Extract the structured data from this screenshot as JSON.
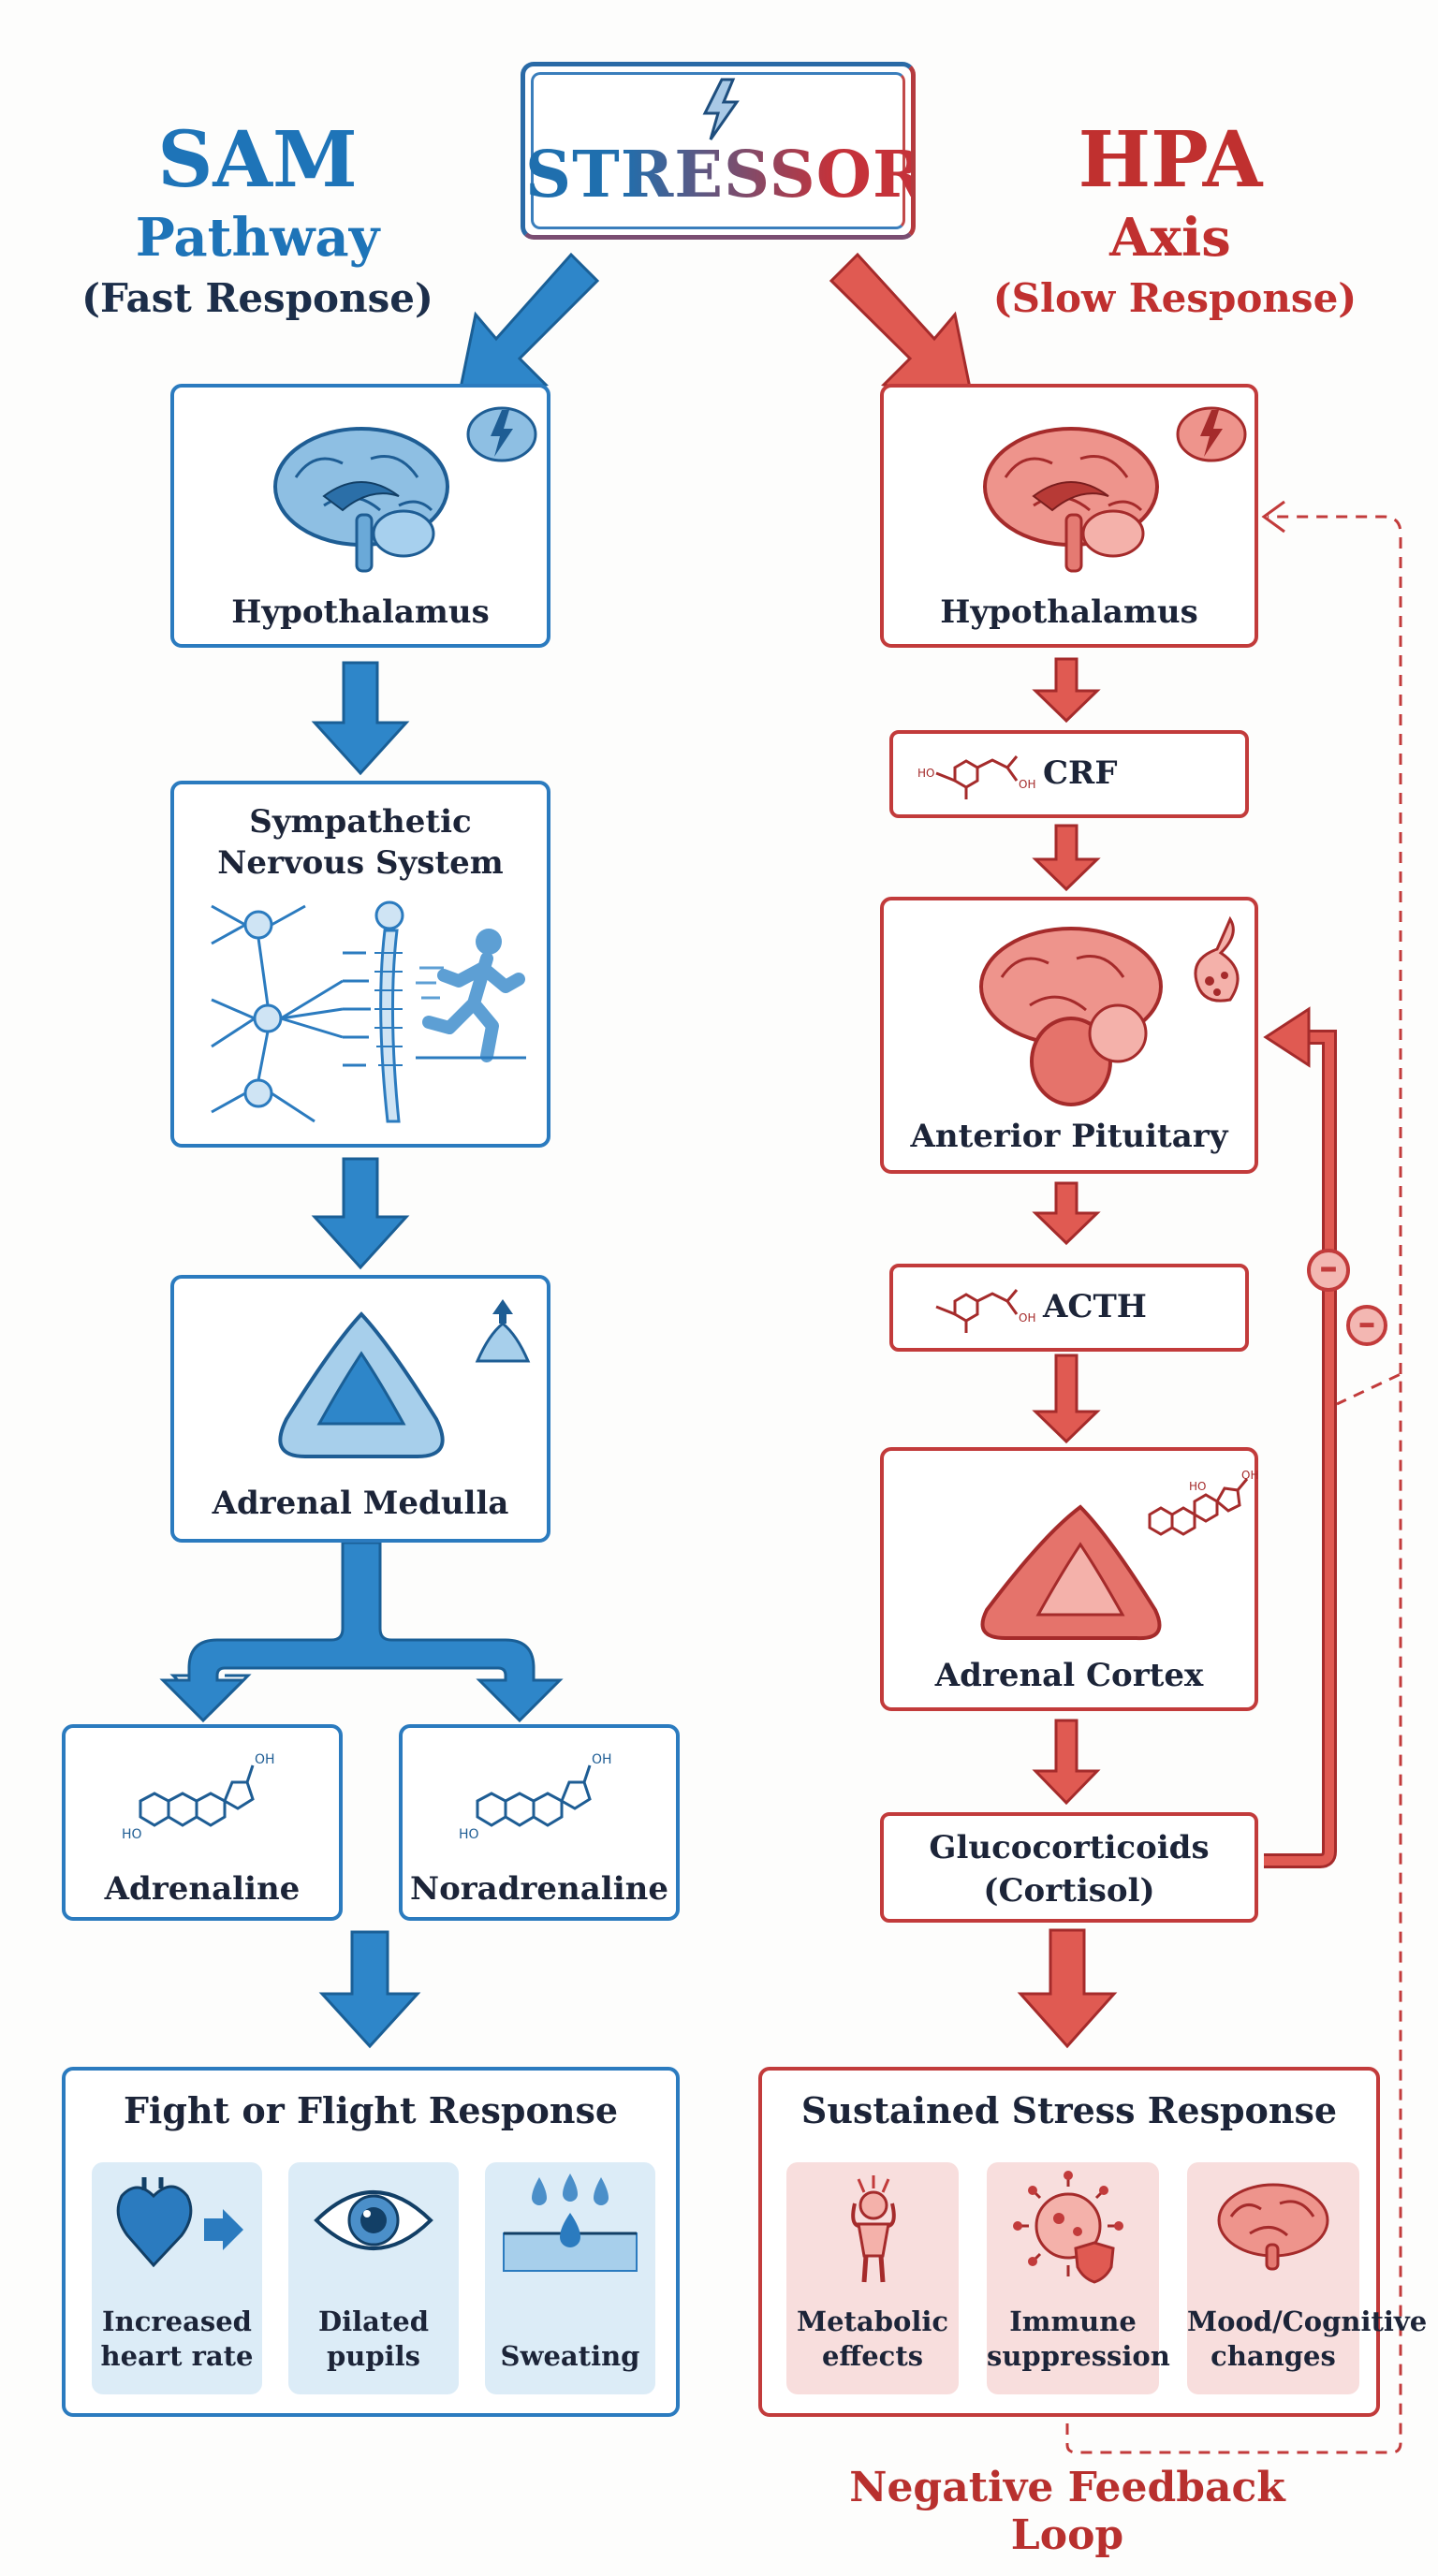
{
  "stressor": {
    "label": "STRESSOR"
  },
  "sam": {
    "title": "SAM",
    "subtitle": "Pathway",
    "note": "(Fast Response)",
    "hypothalamus": "Hypothalamus",
    "sympathetic_line1": "Sympathetic",
    "sympathetic_line2": "Nervous System",
    "adrenal_medulla": "Adrenal Medulla",
    "adrenaline": "Adrenaline",
    "noradrenaline": "Noradrenaline",
    "response_title": "Fight or Flight Response",
    "effects": [
      {
        "line1": "Increased",
        "line2": "heart rate",
        "icon": "heart-icon"
      },
      {
        "line1": "Dilated",
        "line2": "pupils",
        "icon": "eye-icon"
      },
      {
        "line1": "Sweating",
        "line2": "",
        "icon": "sweat-drops-icon"
      }
    ]
  },
  "hpa": {
    "title": "HPA",
    "subtitle": "Axis",
    "note": "(Slow Response)",
    "hypothalamus": "Hypothalamus",
    "crf": "CRF",
    "anterior_pituitary": "Anterior Pituitary",
    "acth": "ACTH",
    "adrenal_cortex": "Adrenal Cortex",
    "glucocorticoids_line1": "Glucocorticoids",
    "glucocorticoids_line2": "(Cortisol)",
    "response_title": "Sustained Stress Response",
    "effects": [
      {
        "line1": "Metabolic",
        "line2": "effects",
        "icon": "stressed-person-icon"
      },
      {
        "line1": "Immune",
        "line2": "suppression",
        "icon": "virus-shield-icon"
      },
      {
        "line1": "Mood/Cognitive",
        "line2": "changes",
        "icon": "brain-icon"
      }
    ],
    "feedback_label": "Negative Feedback Loop",
    "inhibit_symbol": "–"
  },
  "chem": {
    "oh": "OH",
    "ho": "HO"
  },
  "colors": {
    "blue": "#2b7bbf",
    "red": "#c23b3b",
    "text": "#1c2438"
  }
}
